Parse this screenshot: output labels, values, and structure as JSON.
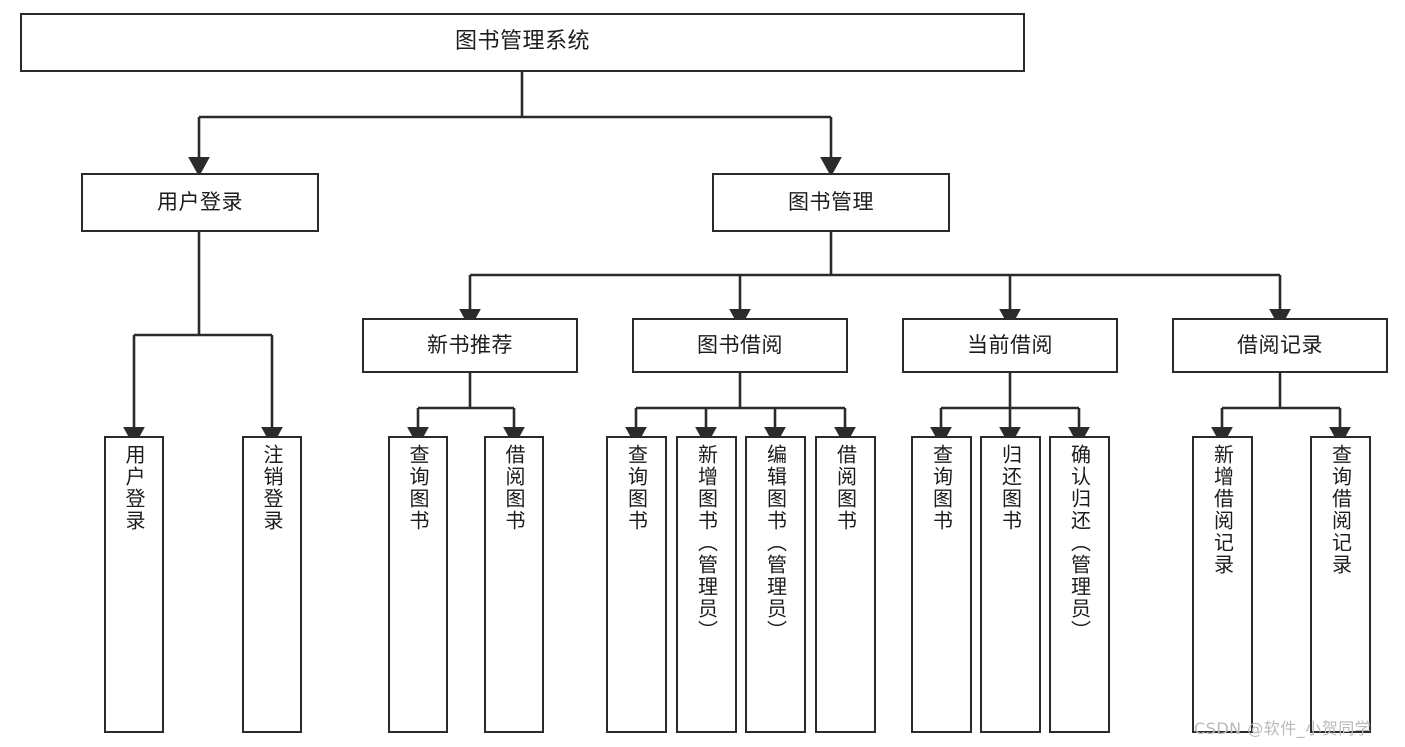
{
  "diagram": {
    "title": "图书管理系统",
    "type": "hierarchy-tree",
    "line_color": "#2b2b2b",
    "box_fill": "#ffffff",
    "text_color": "#1c1c1c"
  },
  "root": {
    "label": "图书管理系统"
  },
  "level1": [
    {
      "label": "用户登录"
    },
    {
      "label": "图书管理"
    }
  ],
  "level2": [
    {
      "label": "新书推荐"
    },
    {
      "label": "图书借阅"
    },
    {
      "label": "当前借阅"
    },
    {
      "label": "借阅记录"
    }
  ],
  "leaves": {
    "user_login": [
      {
        "label": "用户登录"
      },
      {
        "label": "注销登录"
      }
    ],
    "new_book_recommend": [
      {
        "label": "查询图书"
      },
      {
        "label": "借阅图书"
      }
    ],
    "book_borrow": [
      {
        "label": "查询图书"
      },
      {
        "label": "新增图书（管理员）"
      },
      {
        "label": "编辑图书（管理员）"
      },
      {
        "label": "借阅图书"
      }
    ],
    "current_borrow": [
      {
        "label": "查询图书"
      },
      {
        "label": "归还图书"
      },
      {
        "label": "确认归还（管理员）"
      }
    ],
    "borrow_record": [
      {
        "label": "新增借阅记录"
      },
      {
        "label": "查询借阅记录"
      }
    ]
  },
  "watermark": {
    "text": "CSDN @软件_小贺同学"
  }
}
